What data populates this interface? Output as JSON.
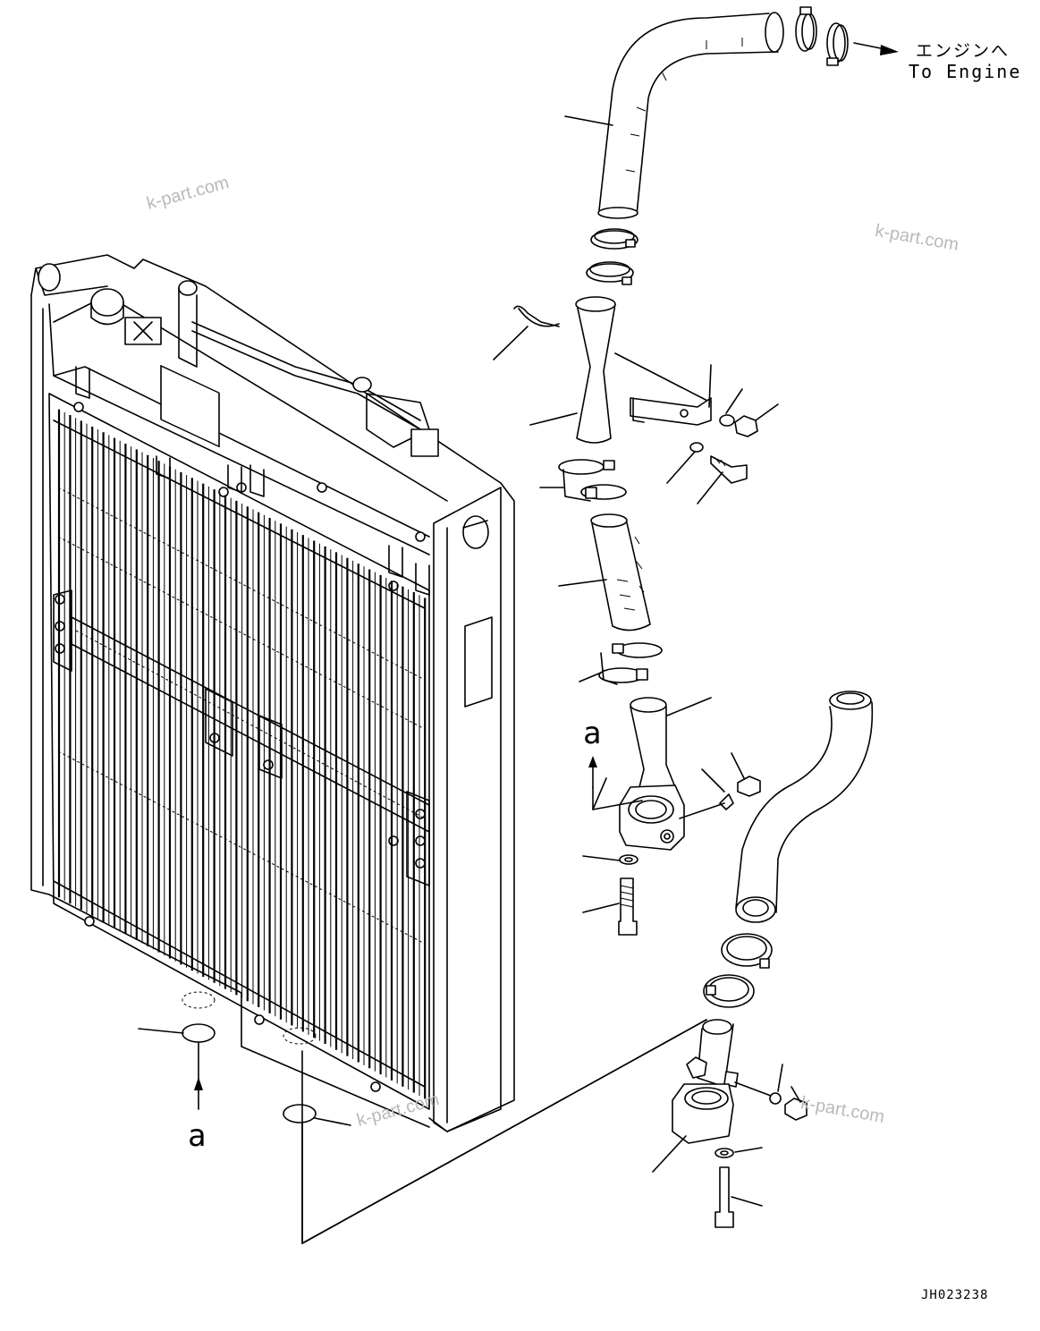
{
  "annotations": {
    "to_engine_jp": "エンジンへ",
    "to_engine_en": "To Engine",
    "view_marker_upper": "a",
    "view_marker_lower": "a",
    "drawing_code": "JH023238"
  },
  "watermarks": [
    "k-part.com",
    "k-part.com",
    "k-part.com",
    "k-part.com"
  ],
  "colors": {
    "line": "#000000",
    "watermark": "#b9b9b9",
    "background": "#ffffff"
  }
}
